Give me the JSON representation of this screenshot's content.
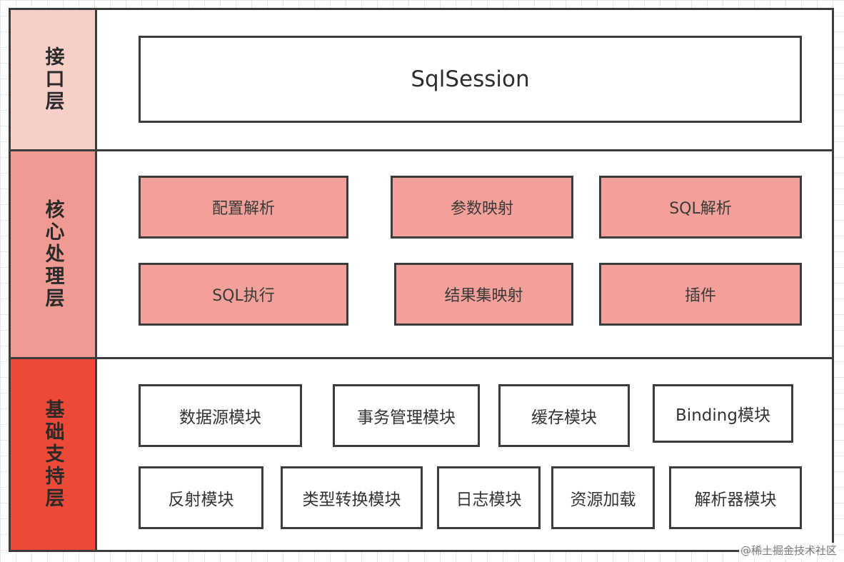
{
  "colors": {
    "interface_layer": "#f6cfc9",
    "core_layer": "#ef9a92",
    "support_layer": "#ec4a36",
    "core_box": "#f2a099",
    "border": "#3c3c3c"
  },
  "layers": {
    "interface": {
      "label": "接口层",
      "modules": [
        "SqlSession"
      ]
    },
    "core": {
      "label": "核心处理层",
      "modules": [
        "配置解析",
        "参数映射",
        "SQL解析",
        "SQL执行",
        "结果集映射",
        "插件"
      ]
    },
    "support": {
      "label": "基础支持层",
      "modules": [
        "数据源模块",
        "事务管理模块",
        "缓存模块",
        "Binding模块",
        "反射模块",
        "类型转换模块",
        "日志模块",
        "资源加载",
        "解析器模块"
      ]
    }
  },
  "watermark": "@稀土掘金技术社区"
}
